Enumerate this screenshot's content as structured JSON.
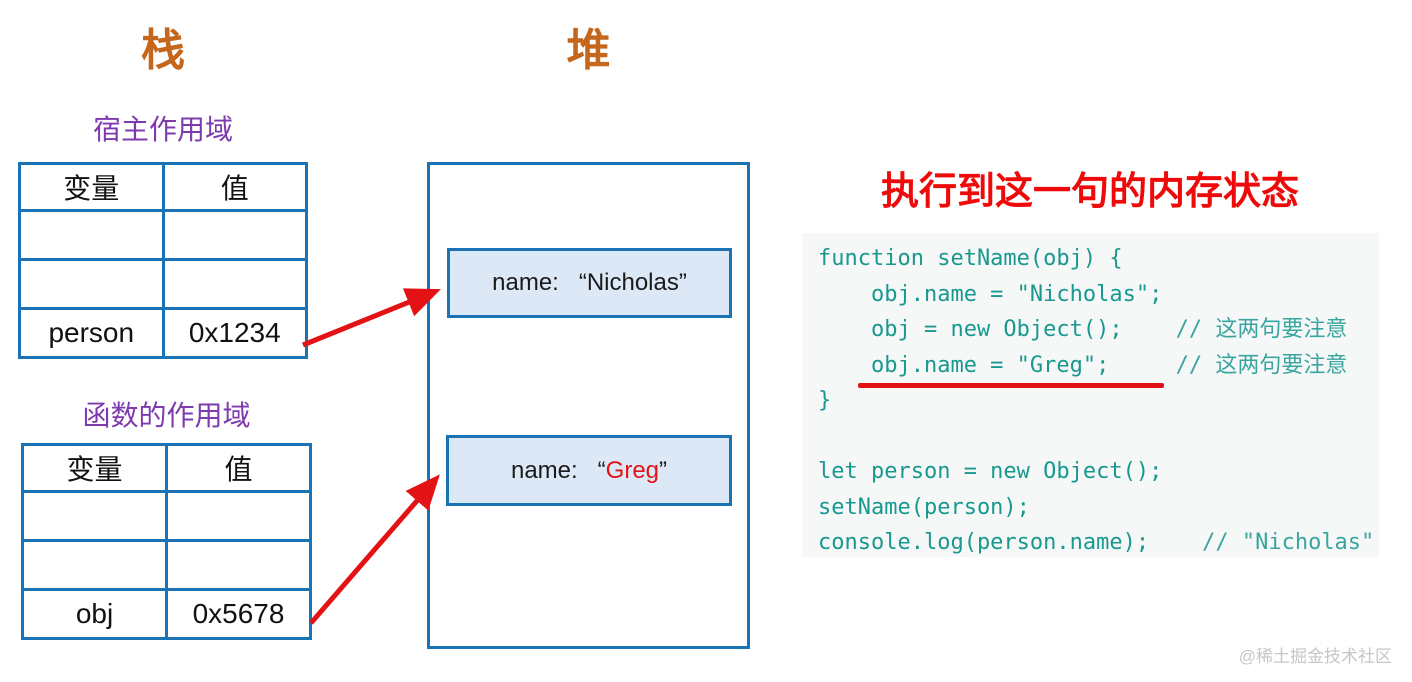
{
  "stack_section": {
    "title": "栈",
    "tables": [
      {
        "label": "宿主作用域",
        "headers": [
          "变量",
          "值"
        ],
        "rows": [
          [
            {
              "t": ""
            },
            {
              "t": ""
            }
          ],
          [
            {
              "t": ""
            },
            {
              "t": ""
            }
          ],
          [
            {
              "t": "person"
            },
            {
              "t": "0x1234"
            }
          ]
        ]
      },
      {
        "label": "函数的作用域",
        "headers": [
          "变量",
          "值"
        ],
        "rows": [
          [
            {
              "t": ""
            },
            {
              "t": ""
            }
          ],
          [
            {
              "t": ""
            },
            {
              "t": ""
            }
          ],
          [
            {
              "t": "obj"
            },
            {
              "t": "0x5678",
              "red": true
            }
          ]
        ]
      }
    ]
  },
  "heap_section": {
    "title": "堆",
    "objects": [
      {
        "segments": [
          {
            "t": "name:   “Nicholas”"
          }
        ]
      },
      {
        "segments": [
          {
            "t": "name:   “"
          },
          {
            "t": "Greg",
            "red": true
          },
          {
            "t": "”"
          }
        ]
      }
    ]
  },
  "code_panel": {
    "title": "执行到这一句的内存状态",
    "lines": [
      {
        "segments": [
          {
            "t": "function setName(obj) {"
          }
        ]
      },
      {
        "segments": [
          {
            "t": "    obj.name = \"Nicholas\";"
          }
        ]
      },
      {
        "segments": [
          {
            "t": "    obj = new Object();    "
          },
          {
            "t": "// 这两句要注意",
            "comment": true
          }
        ]
      },
      {
        "segments": [
          {
            "t": "    obj.name = \"Greg\";     "
          },
          {
            "t": "// 这两句要注意",
            "comment": true
          }
        ]
      },
      {
        "segments": [
          {
            "t": "}"
          }
        ]
      },
      {
        "segments": [
          {
            "t": ""
          }
        ]
      },
      {
        "segments": [
          {
            "t": "let person = new Object();"
          }
        ]
      },
      {
        "segments": [
          {
            "t": "setName(person);"
          }
        ]
      },
      {
        "segments": [
          {
            "t": "console.log(person.name);    "
          },
          {
            "t": "// \"Nicholas\"",
            "comment": true
          }
        ]
      }
    ]
  },
  "watermark": "@稀土掘金技术社区",
  "colors": {
    "border_blue": "#1a73b4",
    "object_fill": "#dce8f6",
    "title_orange": "#c4671d",
    "label_purple": "#7e3aae",
    "highlight_red": "#e31215",
    "code_teal": "#18988f",
    "comment_teal": "#3aa59e",
    "code_background": "#f6f8f8"
  }
}
